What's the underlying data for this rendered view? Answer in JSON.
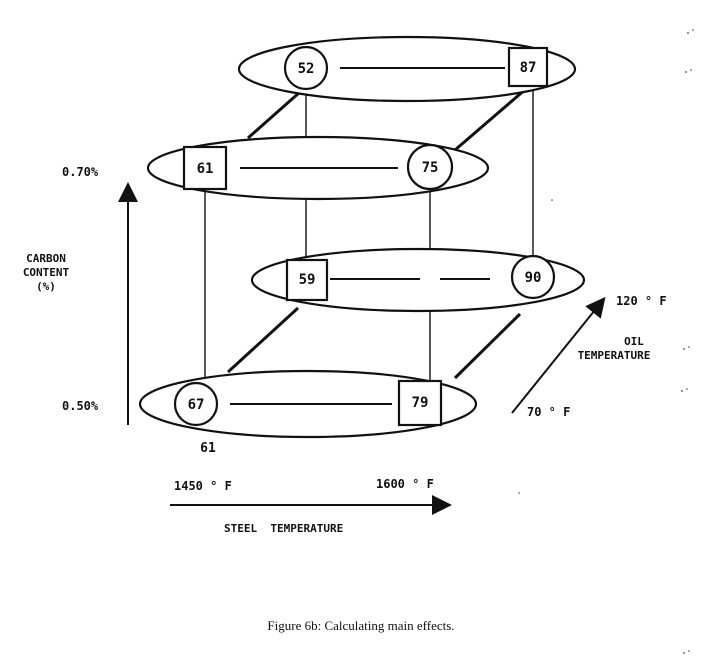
{
  "axes": {
    "carbon": {
      "label_line1": "CARBON",
      "label_line2": "CONTENT",
      "label_line3": "(%)",
      "high": "0.70%",
      "low": "0.50%"
    },
    "steel": {
      "label": "STEEL  TEMPERATURE",
      "low": "1450 ° F",
      "high": "1600 ° F"
    },
    "oil": {
      "label_line1": "OIL",
      "label_line2": "TEMPERATURE",
      "high": "120 ° F",
      "low": "70 ° F"
    }
  },
  "nodes": {
    "back_top_left": "52",
    "back_top_right": "87",
    "front_top_left": "61",
    "front_top_right": "75",
    "back_bottom_left": "59",
    "back_bottom_right": "90",
    "front_bottom_left": "67",
    "front_bottom_right": "79"
  },
  "extra_label": "61",
  "caption": "Figure 6b:  Calculating main effects."
}
